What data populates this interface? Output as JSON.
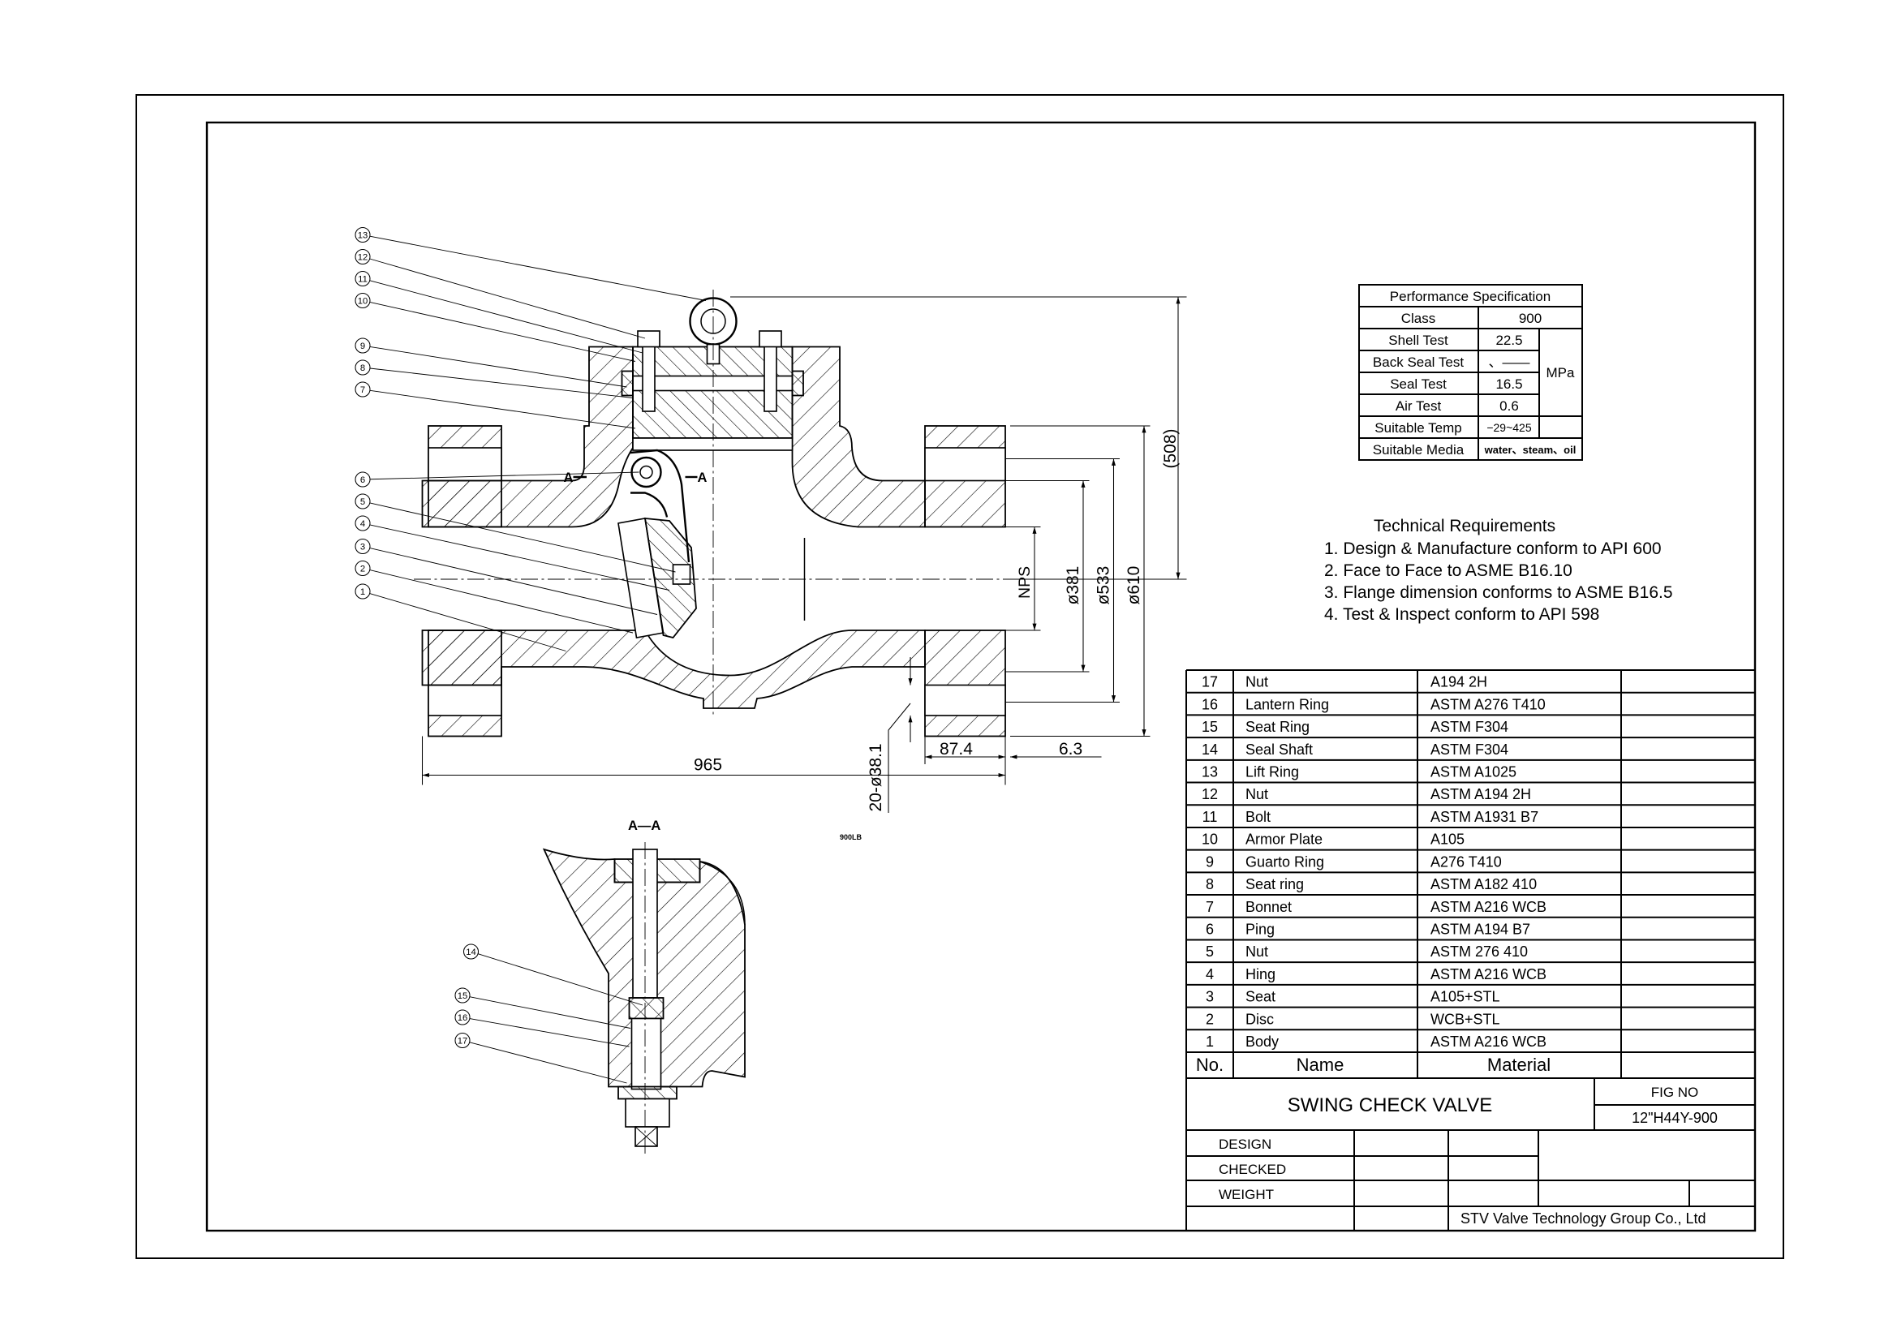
{
  "drawing": {
    "balloon_labels": [
      "1",
      "2",
      "3",
      "4",
      "5",
      "6",
      "7",
      "8",
      "9",
      "10",
      "11",
      "12",
      "13",
      "14",
      "15",
      "16",
      "17"
    ],
    "section_mark_left": "A",
    "section_mark_right": "A",
    "section_title": "A—A",
    "scale_note": "900LB",
    "dims": {
      "overall_length": "965",
      "flange_thickness": "87.4",
      "raised_face_height": "6.3",
      "bolt_holes": "20-ø38.1",
      "bore": "NPS",
      "raised_face_dia": "ø381",
      "bolt_circle": "ø533",
      "flange_dia": "ø610",
      "height": "(508)"
    }
  },
  "performance": {
    "title": "Performance Specification",
    "class_label": "Class",
    "class_value": "900",
    "shell_label": "Shell Test",
    "shell_value": "22.5",
    "back_seal_label": "Back Seal Test",
    "back_seal_value": "、——",
    "seal_label": "Seal Test",
    "seal_value": "16.5",
    "air_label": "Air Test",
    "air_value": "0.6",
    "unit": "MPa",
    "temp_label": "Suitable Temp",
    "temp_value": "−29~425",
    "media_label": "Suitable Media",
    "media_value": "water、steam、oil"
  },
  "requirements": {
    "title": "Technical Requirements",
    "items": [
      "1. Design & Manufacture conform to API 600",
      "2. Face to Face to ASME B16.10",
      "3. Flange dimension conforms to ASME B16.5",
      "4. Test & Inspect  conform to API 598"
    ]
  },
  "parts": {
    "headers": [
      "No.",
      "Name",
      "Material"
    ],
    "rows": [
      {
        "no": "17",
        "name": "Nut",
        "material": "A194 2H"
      },
      {
        "no": "16",
        "name": "Lantern Ring",
        "material": "ASTM A276 T410"
      },
      {
        "no": "15",
        "name": "Seat Ring",
        "material": "ASTM F304"
      },
      {
        "no": "14",
        "name": "Seal Shaft",
        "material": "ASTM F304"
      },
      {
        "no": "13",
        "name": "Lift Ring",
        "material": "ASTM A1025"
      },
      {
        "no": "12",
        "name": "Nut",
        "material": "ASTM A194 2H"
      },
      {
        "no": "11",
        "name": "Bolt",
        "material": "ASTM A1931 B7"
      },
      {
        "no": "10",
        "name": "Armor Plate",
        "material": "A105"
      },
      {
        "no": "9",
        "name": "Guarto Ring",
        "material": "A276 T410"
      },
      {
        "no": "8",
        "name": "Seat ring",
        "material": "ASTM A182 410"
      },
      {
        "no": "7",
        "name": "Bonnet",
        "material": "ASTM A216 WCB"
      },
      {
        "no": "6",
        "name": "Ping",
        "material": "ASTM A194 B7"
      },
      {
        "no": "5",
        "name": "Nut",
        "material": "ASTM 276 410"
      },
      {
        "no": "4",
        "name": "Hing",
        "material": "ASTM A216 WCB"
      },
      {
        "no": "3",
        "name": "Seat",
        "material": "A105+STL"
      },
      {
        "no": "2",
        "name": "Disc",
        "material": "WCB+STL"
      },
      {
        "no": "1",
        "name": "Body",
        "material": "ASTM A216 WCB"
      }
    ]
  },
  "title_block": {
    "title": "SWING CHECK VALVE",
    "fig_no_label": "FIG NO",
    "fig_no": "12\"H44Y-900",
    "design_label": "DESIGN",
    "checked_label": "CHECKED",
    "weight_label": "WEIGHT",
    "company": "STV Valve Technology Group Co., Ltd"
  }
}
